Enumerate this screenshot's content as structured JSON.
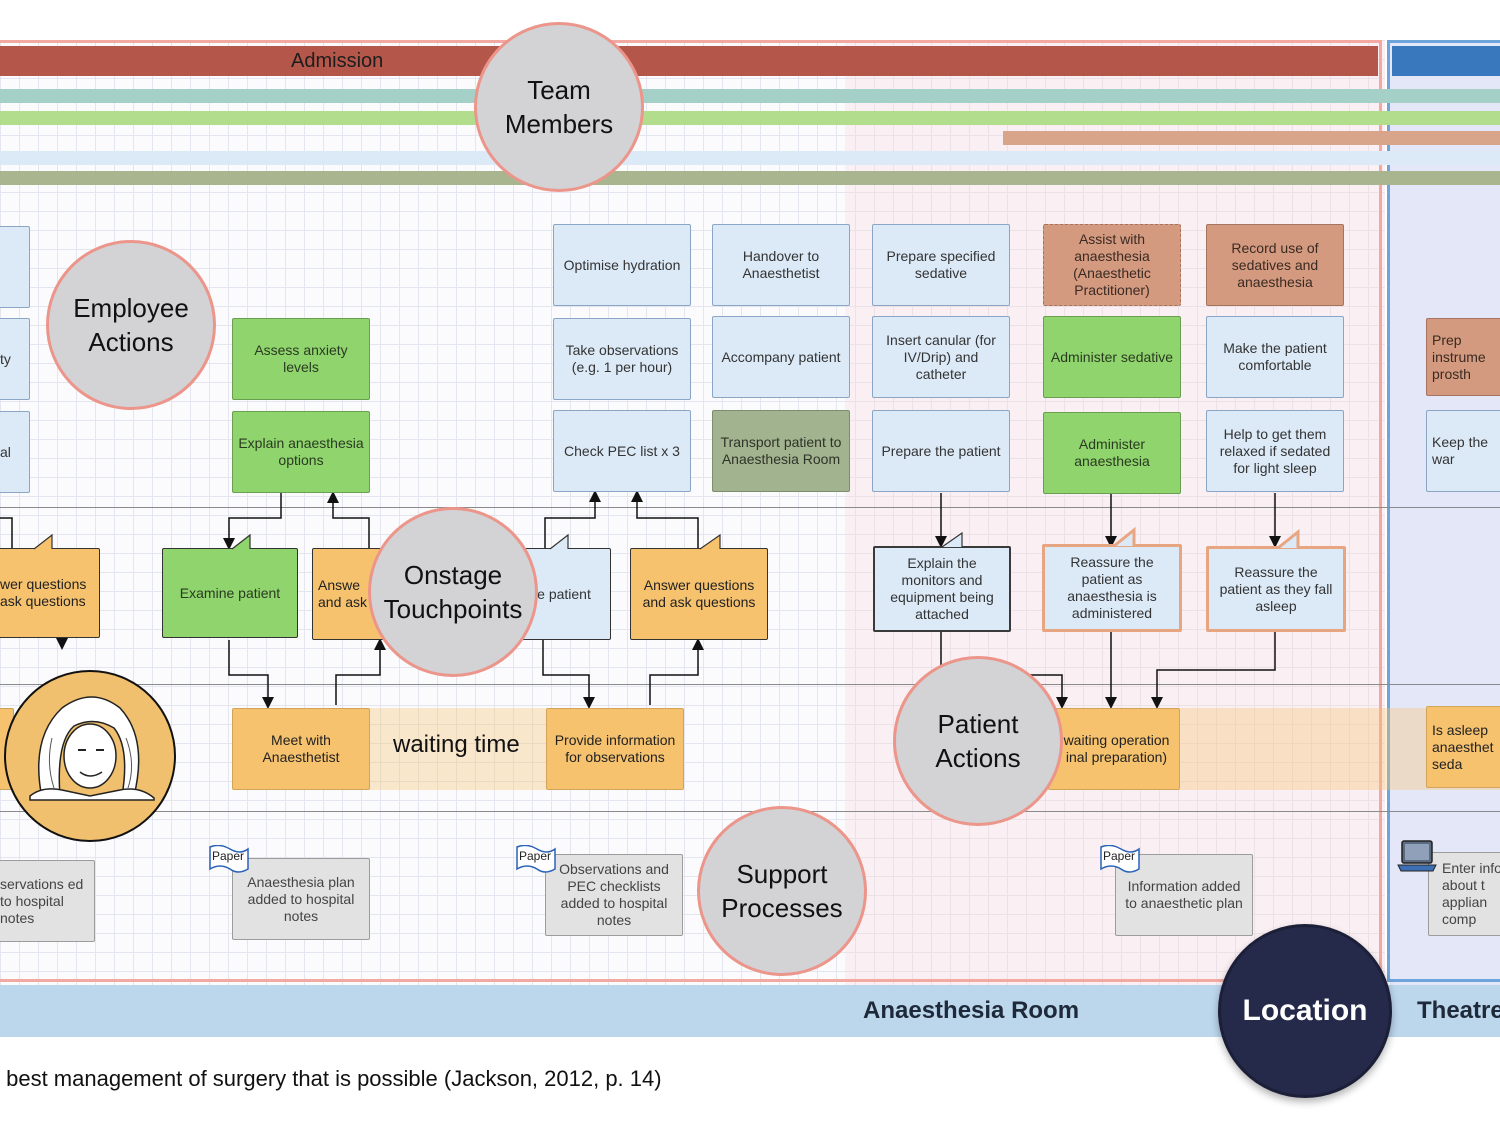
{
  "phases": {
    "admission": "Admission"
  },
  "lanes": {
    "team_members": "Team\nMembers",
    "employee_actions": "Employee\nActions",
    "onstage_touchpoints": "Onstage\nTouchpoints",
    "patient_actions": "Patient\nActions",
    "support_processes": "Support\nProcesses",
    "location": "Location"
  },
  "locations": {
    "anaesthesia_room": "Anaesthesia Room",
    "theatre": "Theatre"
  },
  "employee_actions": {
    "optimise_hydration": "Optimise hydration",
    "take_observations": "Take observations (e.g. 1 per hour)",
    "check_pec": "Check PEC list x 3",
    "handover": "Handover to Anaesthetist",
    "accompany": "Accompany patient",
    "transport": "Transport patient to Anaesthesia Room",
    "prepare_sedative": "Prepare specified sedative",
    "insert_canular": "Insert canular (for IV/Drip) and catheter",
    "prepare_patient": "Prepare the patient",
    "assist_anaesthesia": "Assist with anaesthesia (Anaesthetic Practitioner)",
    "administer_sedative": "Administer sedative",
    "administer_anaesthesia": "Administer anaesthesia",
    "record_sedatives": "Record use of sedatives and anaesthesia",
    "make_comfortable": "Make the patient comfortable",
    "help_relaxed": "Help to get them relaxed if sedated for light sleep",
    "assess_anxiety": "Assess anxiety levels",
    "explain_options": "Explain anaesthesia options",
    "left_partial_1": "ty",
    "left_partial_2": "al",
    "right_partial_1": "Prep instrume prosth",
    "right_partial_2": "Keep the war"
  },
  "touchpoints": {
    "answer_left": "wer questions ask questions",
    "examine": "Examine patient",
    "answer_mid": "Answe and ask",
    "patient_partial": "e patient",
    "answer_right": "Answer questions and ask questions",
    "explain_monitors": "Explain the monitors and equipment being attached",
    "reassure_1": "Reassure the patient as anaesthesia is administered",
    "reassure_2": "Reassure the patient as they fall asleep"
  },
  "patient_actions": {
    "meet": "Meet with Anaesthetist",
    "waiting_time": "waiting time",
    "provide_info": "Provide information for  observations",
    "waiting_op": "waiting operation inal preparation)",
    "asleep": "Is asleep anaesthet seda"
  },
  "support": {
    "obs_left": "servations ed to hospital notes",
    "plan_added": "Anaesthesia plan added to hospital notes",
    "obs_pec": "Observations and PEC checklists added to hospital notes",
    "info_added": "Information added to anaesthetic plan",
    "enter_info": "Enter info about t applian comp",
    "paper_label": "Paper"
  },
  "caption": " best management of surgery that is possible (Jackson, 2012, p. 14)",
  "colors": {
    "admission_bar": "#b4574a",
    "theatre_bar": "#3978bd",
    "teal": "#a4d0c8",
    "light_green": "#b2dd8c",
    "tan_bar": "#d8a58a",
    "pale_blue": "#dce9f7",
    "sage": "#a8b58f",
    "location_strip": "#bcd6ec",
    "location_bubble": "#252a4a",
    "lane_bubble": "#d3d3d6",
    "lane_bubble_border": "#ec958a"
  },
  "icons": [
    "paper-flag-icon",
    "laptop-icon",
    "speech-tail-icon",
    "flow-arrow-icon",
    "portrait-illustration"
  ]
}
